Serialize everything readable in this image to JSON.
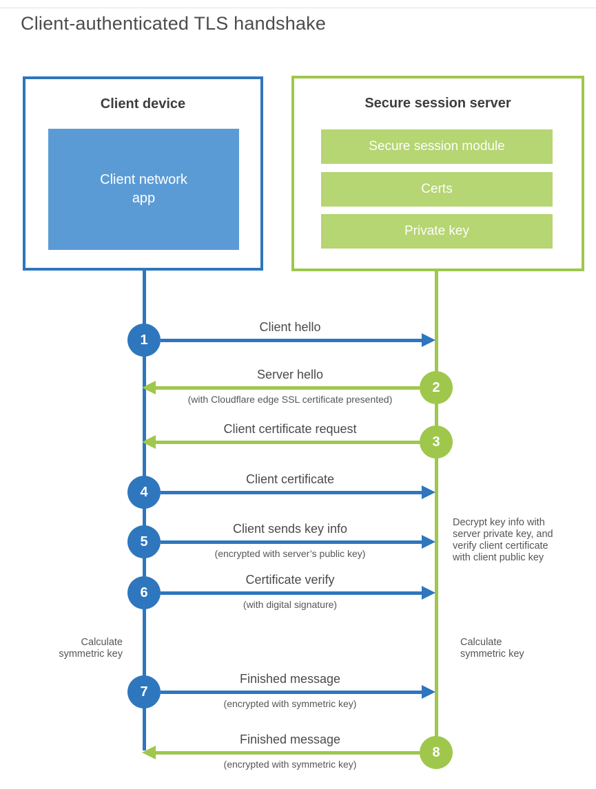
{
  "page": {
    "title": "Client-authenticated TLS handshake"
  },
  "colors": {
    "blue": "#2e76bd",
    "blue_light": "#5b9bd5",
    "green": "#9ec74c",
    "green_light": "#b6d573"
  },
  "client": {
    "title": "Client device",
    "app_label": "Client network\napp"
  },
  "server": {
    "title": "Secure session server",
    "modules": [
      "Secure session module",
      "Certs",
      "Private key"
    ]
  },
  "steps": [
    {
      "num": "1",
      "actor": "client",
      "direction": "right",
      "label": "Client hello",
      "sublabel": ""
    },
    {
      "num": "2",
      "actor": "server",
      "direction": "left",
      "label": "Server hello",
      "sublabel": "(with Cloudflare edge SSL certificate presented)"
    },
    {
      "num": "3",
      "actor": "server",
      "direction": "left",
      "label": "Client certificate request",
      "sublabel": ""
    },
    {
      "num": "4",
      "actor": "client",
      "direction": "right",
      "label": "Client certificate",
      "sublabel": ""
    },
    {
      "num": "5",
      "actor": "client",
      "direction": "right",
      "label": "Client sends key info",
      "sublabel": "(encrypted with server’s public key)"
    },
    {
      "num": "6",
      "actor": "client",
      "direction": "right",
      "label": "Certificate verify",
      "sublabel": "(with digital signature)"
    },
    {
      "num": "7",
      "actor": "client",
      "direction": "right",
      "label": "Finished message",
      "sublabel": "(encrypted with symmetric key)"
    },
    {
      "num": "8",
      "actor": "server",
      "direction": "left",
      "label": "Finished message",
      "sublabel": "(encrypted with symmetric key)"
    }
  ],
  "notes": {
    "left_calculate": "Calculate\nsymmetric key",
    "right_decrypt": "Decrypt key info with\nserver private key, and\nverify client certificate\nwith client public key",
    "right_calculate": "Calculate\nsymmetric key"
  }
}
